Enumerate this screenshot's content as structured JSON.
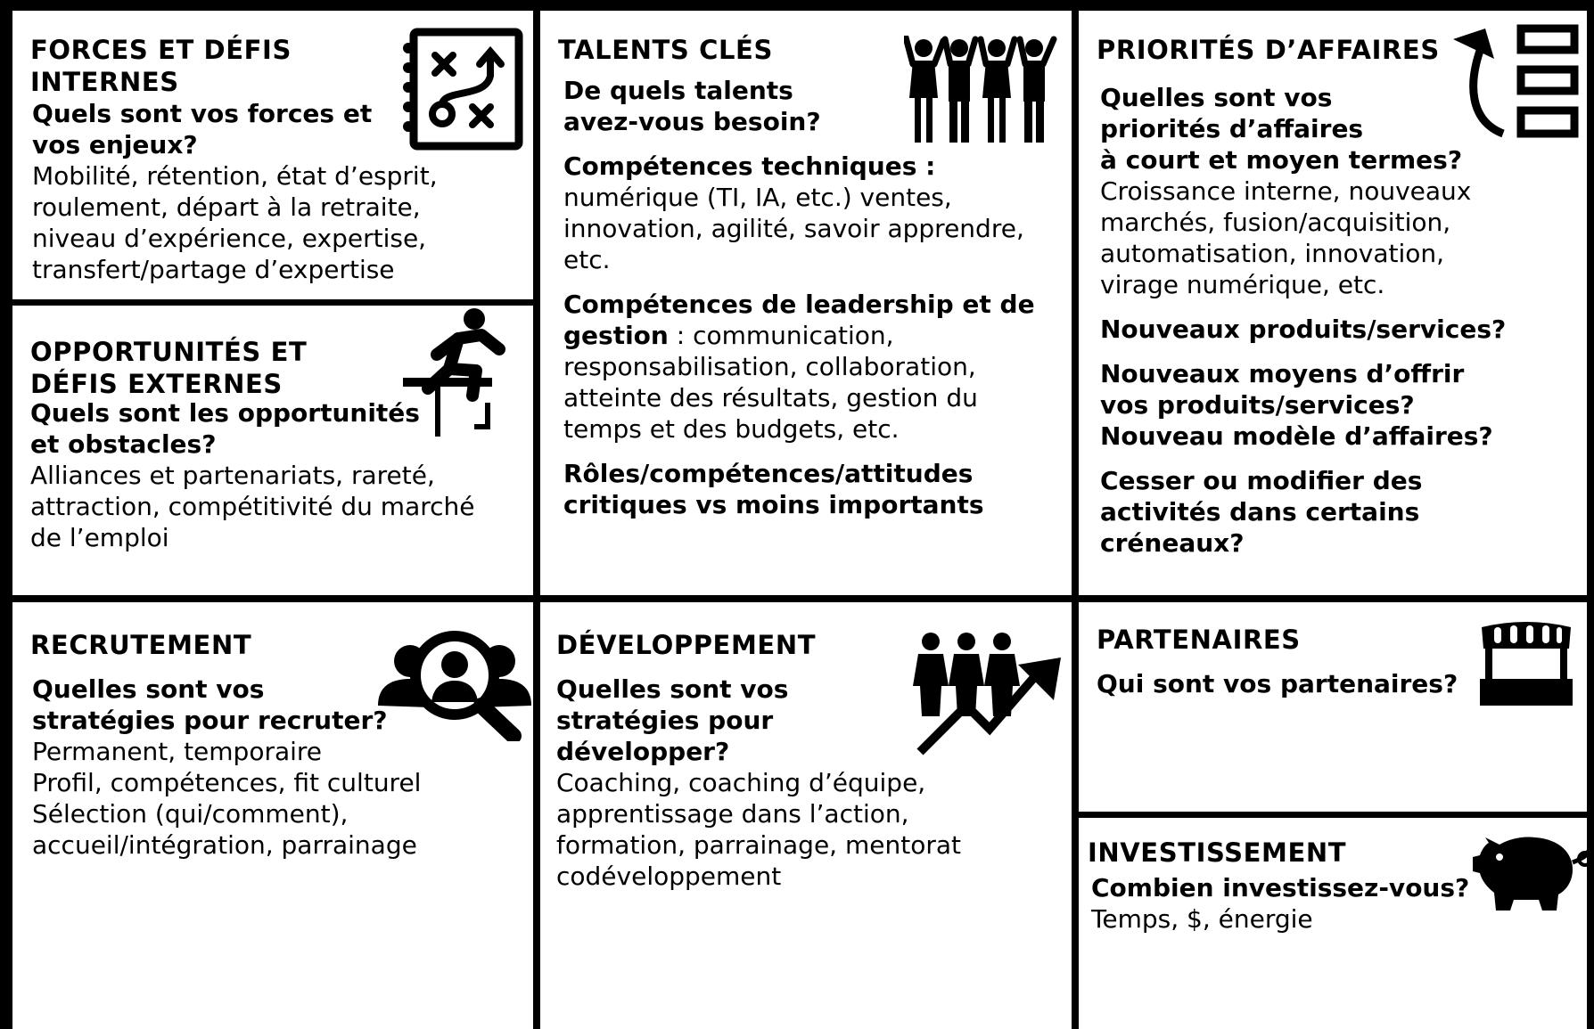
{
  "forces": {
    "title_line1": "FORCES ET DÉFIS",
    "title_line2": "INTERNES",
    "question_line1": "Quels sont vos forces et",
    "question_line2": "vos enjeux?",
    "text_line1": "Mobilité, rétention, état d’esprit,",
    "text_line2": "roulement, départ à la retraite,",
    "text_line3": "niveau d’expérience, expertise,",
    "text_line4": "transfert/partage d’expertise",
    "icon": "strategy-board-icon"
  },
  "opportunites": {
    "title_line1": "OPPORTUNITÉS ET",
    "title_line2": "DÉFIS EXTERNES",
    "question_line1": "Quels sont les opportunités",
    "question_line2": "et obstacles?",
    "text_line1": "Alliances et partenariats, rareté,",
    "text_line2": "attraction, compétitivité du marché",
    "text_line3": "de l’emploi",
    "icon": "hurdle-runner-icon"
  },
  "talents": {
    "title": "TALENTS CLÉS",
    "question_line1": "De quels talents",
    "question_line2": "avez-vous besoin?",
    "tech_label": "Compétences techniques :",
    "tech_text_line1": "numérique (TI, IA, etc.) ventes,",
    "tech_text_line2": "innovation, agilité, savoir apprendre,",
    "tech_text_line3": "etc.",
    "lead_label_line1": "Compétences de leadership et de",
    "lead_label_line2": "gestion",
    "lead_text_line1": " : communication,",
    "lead_text_line2": "responsabilisation, collaboration,",
    "lead_text_line3": "atteinte des résultats, gestion du",
    "lead_text_line4": "temps et des budgets, etc.",
    "roles_line1": "Rôles/compétences/attitudes",
    "roles_line2": "critiques vs moins importants",
    "icon": "cheering-people-icon"
  },
  "priorites": {
    "title": "PRIORITÉS D’AFFAIRES",
    "question_line1": "Quelles sont vos",
    "question_line2": "priorités d’affaires",
    "question_line3": "à court et moyen termes?",
    "text_line1": "Croissance interne, nouveaux",
    "text_line2": "marchés, fusion/acquisition,",
    "text_line3": "automatisation, innovation,",
    "text_line4": "virage numérique, etc.",
    "q2": "Nouveaux produits/services?",
    "q3_line1": "Nouveaux moyens d’offrir",
    "q3_line2": "vos produits/services?",
    "q3_line3": "Nouveau modèle d’affaires?",
    "q4_line1": "Cesser ou modifier des",
    "q4_line2": "activités dans certains",
    "q4_line3": "créneaux?",
    "icon": "priority-list-icon"
  },
  "recrutement": {
    "title": "RECRUTEMENT",
    "question_line1": "Quelles sont vos",
    "question_line2": "stratégies pour recruter?",
    "text_line1": "Permanent, temporaire",
    "text_line2": "Profil, compétences, fit culturel",
    "text_line3": "Sélection (qui/comment),",
    "text_line4": "accueil/intégration, parrainage",
    "icon": "talent-search-icon"
  },
  "developpement": {
    "title": "DÉVELOPPEMENT",
    "question_line1": "Quelles sont vos",
    "question_line2": "stratégies pour",
    "question_line3": "développer?",
    "text_line1": "Coaching, coaching d’équipe,",
    "text_line2": "apprentissage dans l’action,",
    "text_line3": "formation, parrainage, mentorat",
    "text_line4": "codéveloppement",
    "icon": "team-growth-icon"
  },
  "partenaires": {
    "title": "PARTENAIRES",
    "question": "Qui sont vos partenaires?",
    "icon": "storefront-icon"
  },
  "investissement": {
    "title": "INVESTISSEMENT",
    "question": "Combien investissez-vous?",
    "text": "Temps, $, énergie",
    "icon": "piggy-bank-icon"
  }
}
